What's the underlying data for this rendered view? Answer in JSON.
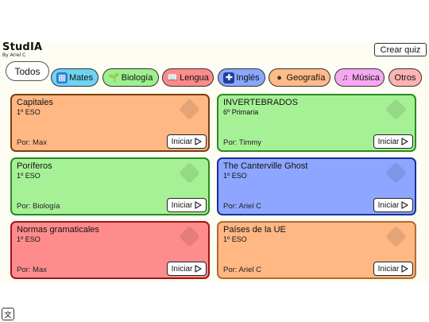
{
  "header": {
    "app_name": "StudIA",
    "byline": "By Ariel C",
    "create_label": "Crear quiz"
  },
  "filters": {
    "all_label": "Todos",
    "chips": [
      {
        "label": "Mates",
        "icon": "abacus-icon",
        "glyph": "▦",
        "bg": "#6fd3f2",
        "icon_bg": "#2a7bd6"
      },
      {
        "label": "Biología",
        "icon": "plant-icon",
        "glyph": "🌱",
        "bg": "#9ef08f",
        "icon_bg": "transparent"
      },
      {
        "label": "Lengua",
        "icon": "book-icon",
        "glyph": "📖",
        "bg": "#ff8a8a",
        "icon_bg": "transparent"
      },
      {
        "label": "Inglés",
        "icon": "uk-flag-icon",
        "glyph": "✚",
        "bg": "#8aa6ff",
        "icon_bg": "#1f3f9a"
      },
      {
        "label": "Geografía",
        "icon": "globe-icon",
        "glyph": "●",
        "bg": "#ffbb88",
        "icon_bg": "transparent"
      },
      {
        "label": "Música",
        "icon": "music-notes-icon",
        "glyph": "♫",
        "bg": "#f5a8f0",
        "icon_bg": "transparent"
      },
      {
        "label": "Otros",
        "icon": "",
        "glyph": "",
        "bg": "#ffb3b3",
        "icon_bg": "transparent"
      }
    ]
  },
  "cards": [
    {
      "title": "Capitales",
      "level": "1º ESO",
      "author": "Por: Max",
      "bg": "#ffb784",
      "border": "#7a3e10"
    },
    {
      "title": "INVERTEBRADOS",
      "level": "6º Primaria",
      "author": "Por: Timmy",
      "bg": "#a6f196",
      "border": "#2b8a22"
    },
    {
      "title": "Poríferos",
      "level": "1º ESO",
      "author": "Por: Biología",
      "bg": "#a6f196",
      "border": "#2b8a22"
    },
    {
      "title": "The Canterville Ghost",
      "level": "1º ESO",
      "author": "Por: Ariel C",
      "bg": "#8ea6ff",
      "border": "#1a2f9e"
    },
    {
      "title": "Normas gramaticales",
      "level": "1º ESO",
      "author": "Por: Max",
      "bg": "#ff8c8c",
      "border": "#a01515"
    },
    {
      "title": "Países de la UE",
      "level": "1º ESO",
      "author": "Por: Ariel C",
      "bg": "#ffb784",
      "border": "#b26a2e"
    }
  ],
  "start_label": "Iniciar"
}
